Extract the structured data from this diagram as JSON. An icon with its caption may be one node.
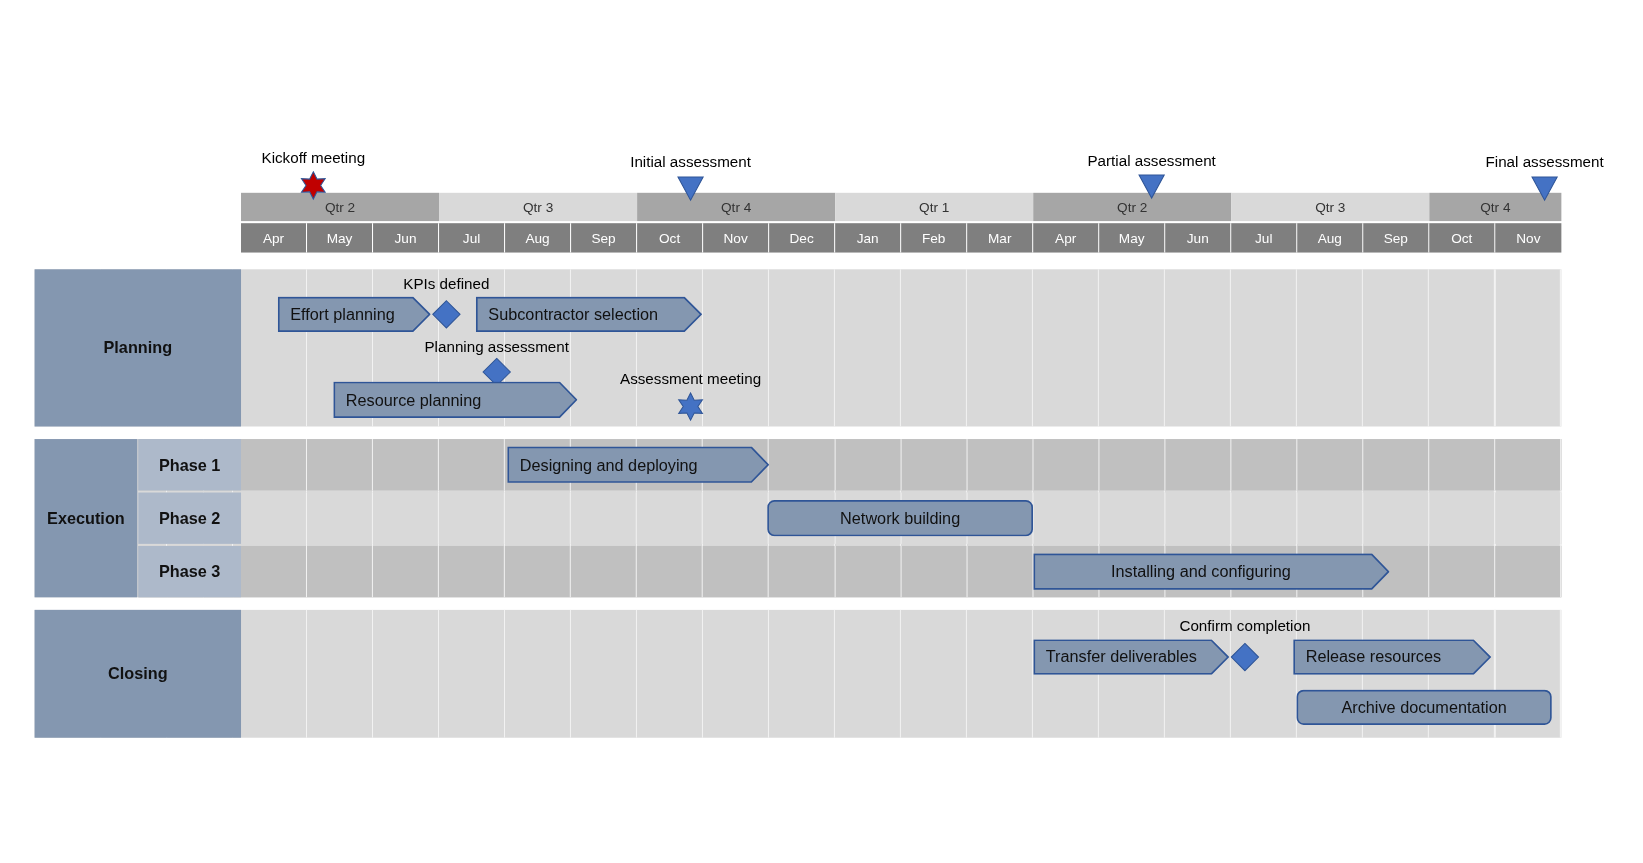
{
  "diagram": {
    "nodes": [
      {
        "text": [
          "Kickoff meeting"
        ]
      },
      {
        "text": [
          "Initial assessment"
        ]
      },
      {
        "text": [
          "Partial assessment"
        ]
      },
      {
        "text": [
          "Final assessment"
        ]
      },
      {
        "text": [
          "Planning"
        ]
      },
      {
        "text": [
          "Effort planning"
        ],
        "in": 4
      },
      {
        "text": [
          "KPIs defined"
        ],
        "in": 4
      },
      {
        "text": [
          "Subcontractor selection"
        ],
        "in": 4
      },
      {
        "text": [
          "Planning assessment"
        ],
        "in": 4
      },
      {
        "text": [
          "Resource planning"
        ],
        "in": 4
      },
      {
        "text": [
          "Assessment meeting"
        ],
        "in": 4
      },
      {
        "text": [
          "Execution"
        ]
      },
      {
        "text": [
          "Phase 1"
        ],
        "in": 11
      },
      {
        "text": [
          "Designing and deploying"
        ],
        "in": 12
      },
      {
        "text": [
          "Phase 2"
        ],
        "in": 11
      },
      {
        "text": [
          "Network building"
        ],
        "in": 14
      },
      {
        "text": [
          "Phase 3"
        ],
        "in": 11
      },
      {
        "text": [
          "Installing and configuring"
        ],
        "in": 16
      },
      {
        "text": [
          "Closing"
        ]
      },
      {
        "text": [
          "Transfer deliverables"
        ],
        "in": 18
      },
      {
        "text": [
          "Confirm completion"
        ],
        "in": 18
      },
      {
        "text": [
          "Release resources"
        ],
        "in": 18
      },
      {
        "text": [
          "Archive documentation"
        ],
        "in": 18
      }
    ],
    "edges": [],
    "labels": [
      "Qtr 2",
      "Qtr 3",
      "Qtr 4",
      "Qtr 1",
      "Qtr 2",
      "Qtr 3",
      "Qtr 4",
      "Apr",
      "May",
      "Jun",
      "Jul",
      "Aug",
      "Sep",
      "Oct",
      "Nov",
      "Dec",
      "Jan",
      "Feb",
      "Mar",
      "Apr",
      "May",
      "Jun",
      "Jul",
      "Aug",
      "Sep",
      "Oct",
      "Nov"
    ]
  }
}
